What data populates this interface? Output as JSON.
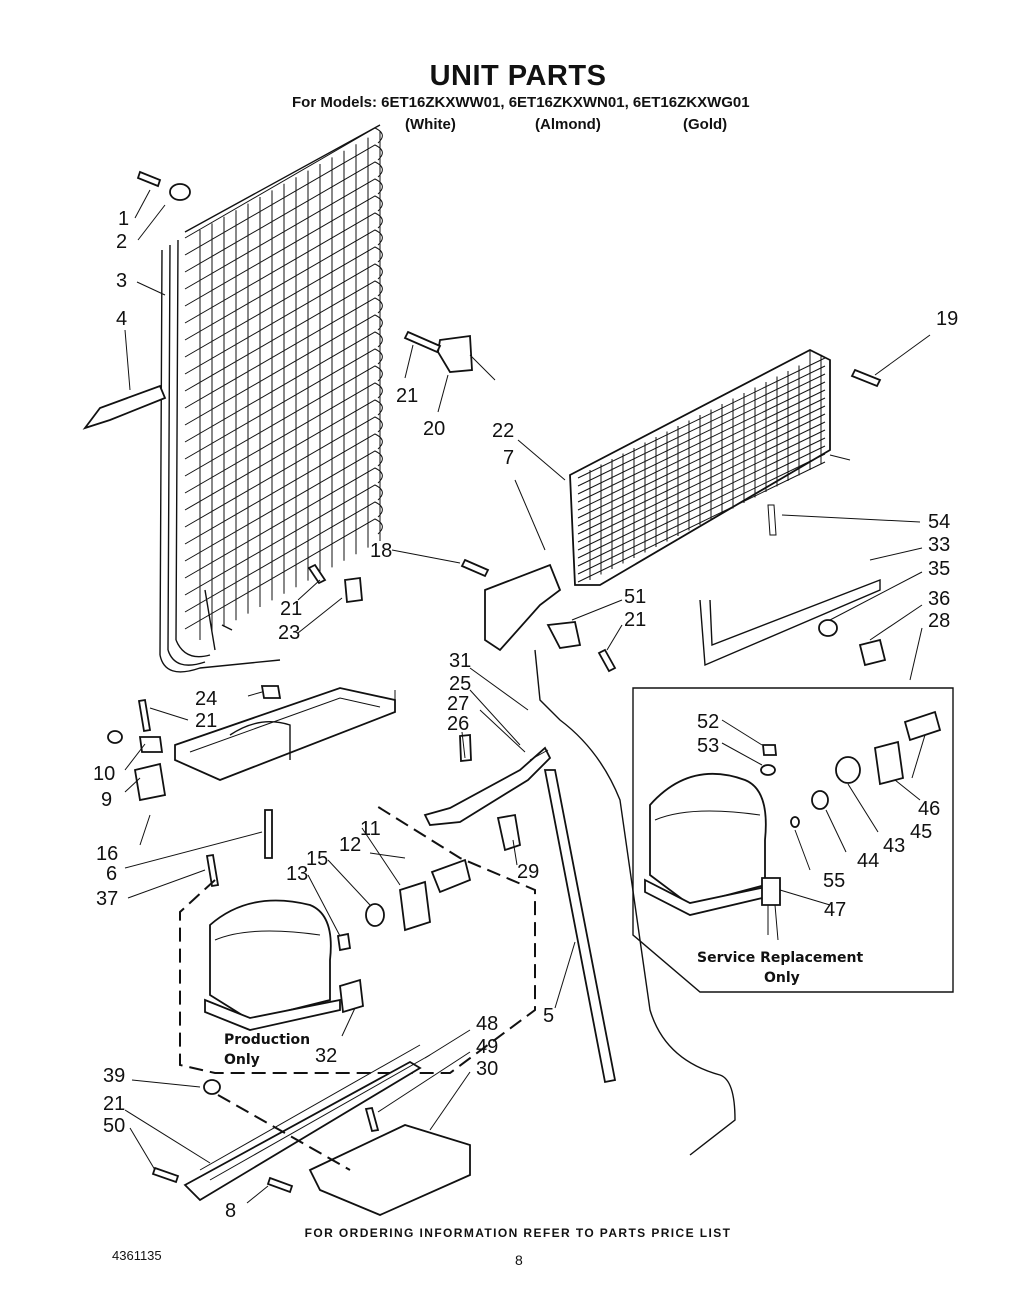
{
  "header": {
    "title": "UNIT PARTS",
    "models_line": "For Models: 6ET16ZKXWW01, 6ET16ZKXWN01, 6ET16ZKXWG01",
    "colors": [
      "(White)",
      "(Almond)",
      "(Gold)"
    ]
  },
  "boxes": {
    "production": [
      "Production",
      "Only"
    ],
    "service": [
      "Service Replacement",
      "Only"
    ]
  },
  "callouts": [
    {
      "id": "c1",
      "text": "1"
    },
    {
      "id": "c2",
      "text": "2"
    },
    {
      "id": "c3",
      "text": "3"
    },
    {
      "id": "c4",
      "text": "4"
    },
    {
      "id": "c5",
      "text": "5"
    },
    {
      "id": "c6",
      "text": "6"
    },
    {
      "id": "c7",
      "text": "7"
    },
    {
      "id": "c8",
      "text": "8"
    },
    {
      "id": "c9",
      "text": "9"
    },
    {
      "id": "c10",
      "text": "10"
    },
    {
      "id": "c11",
      "text": "11"
    },
    {
      "id": "c12",
      "text": "12"
    },
    {
      "id": "c13",
      "text": "13"
    },
    {
      "id": "c15",
      "text": "15"
    },
    {
      "id": "c16",
      "text": "16"
    },
    {
      "id": "c18",
      "text": "18"
    },
    {
      "id": "c19",
      "text": "19"
    },
    {
      "id": "c20",
      "text": "20"
    },
    {
      "id": "c21a",
      "text": "21"
    },
    {
      "id": "c21b",
      "text": "21"
    },
    {
      "id": "c21c",
      "text": "21"
    },
    {
      "id": "c21d",
      "text": "21"
    },
    {
      "id": "c21e",
      "text": "21"
    },
    {
      "id": "c22",
      "text": "22"
    },
    {
      "id": "c23",
      "text": "23"
    },
    {
      "id": "c24",
      "text": "24"
    },
    {
      "id": "c25",
      "text": "25"
    },
    {
      "id": "c26",
      "text": "26"
    },
    {
      "id": "c27",
      "text": "27"
    },
    {
      "id": "c28",
      "text": "28"
    },
    {
      "id": "c29",
      "text": "29"
    },
    {
      "id": "c30",
      "text": "30"
    },
    {
      "id": "c31",
      "text": "31"
    },
    {
      "id": "c32",
      "text": "32"
    },
    {
      "id": "c33",
      "text": "33"
    },
    {
      "id": "c35",
      "text": "35"
    },
    {
      "id": "c36",
      "text": "36"
    },
    {
      "id": "c37",
      "text": "37"
    },
    {
      "id": "c39",
      "text": "39"
    },
    {
      "id": "c43",
      "text": "43"
    },
    {
      "id": "c44",
      "text": "44"
    },
    {
      "id": "c45",
      "text": "45"
    },
    {
      "id": "c46",
      "text": "46"
    },
    {
      "id": "c47",
      "text": "47"
    },
    {
      "id": "c48",
      "text": "48"
    },
    {
      "id": "c49",
      "text": "49"
    },
    {
      "id": "c50",
      "text": "50"
    },
    {
      "id": "c51",
      "text": "51"
    },
    {
      "id": "c52",
      "text": "52"
    },
    {
      "id": "c53",
      "text": "53"
    },
    {
      "id": "c54",
      "text": "54"
    },
    {
      "id": "c55",
      "text": "55"
    }
  ],
  "footer": {
    "ordering_note": "FOR ORDERING INFORMATION REFER TO PARTS PRICE LIST",
    "doc_number": "4361135",
    "page_number": "8"
  }
}
